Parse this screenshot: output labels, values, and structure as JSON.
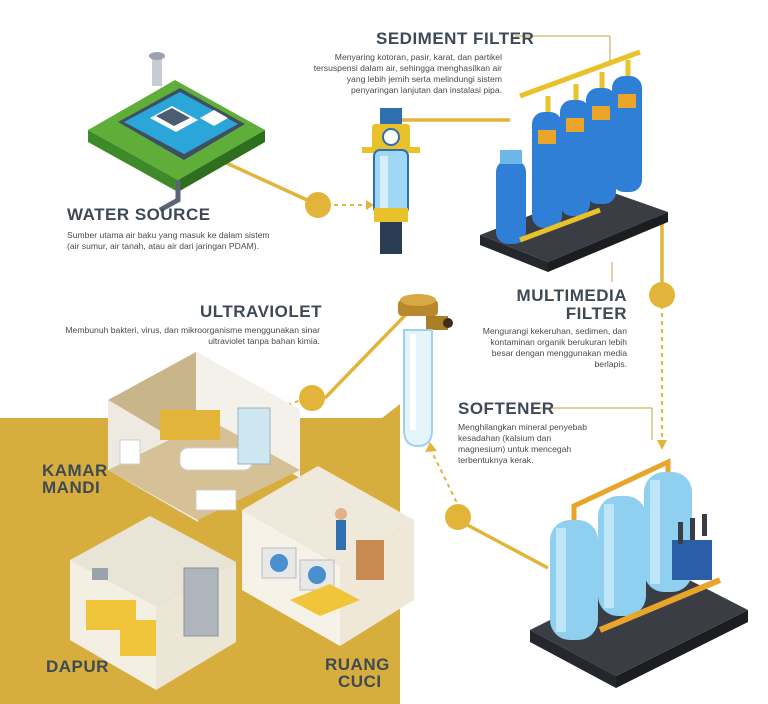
{
  "sections": {
    "sediment": {
      "title": "SEDIMENT FILTER",
      "desc": "Menyaring kotoran, pasir, karat, dan partikel tersuspensi dalam air, sehingga menghasilkan air yang lebih jernih serta melindungi sistem penyaringan lanjutan dan instalasi pipa."
    },
    "water_source": {
      "title": "WATER SOURCE",
      "desc": "Sumber utama air baku yang masuk ke dalam sistem (air sumur, air tanah, atau air dari jaringan PDAM)."
    },
    "multimedia": {
      "title_line1": "MULTIMEDIA",
      "title_line2": "FILTER",
      "desc": "Mengurangi kekeruhan, sedimen, dan kontaminan organik berukuran lebih besar dengan menggunakan media berlapis."
    },
    "ultraviolet": {
      "title": "ULTRAVIOLET",
      "desc": "Membunuh bakteri, virus, dan mikroorganisme menggunakan sinar ultraviolet tanpa bahan kimia."
    },
    "softener": {
      "title": "SOFTENER",
      "desc": "Menghilangkan mineral penyebab kesadahan (kalsium dan magnesium) untuk mencegah terbentuknya kerak."
    }
  },
  "rooms": {
    "bathroom_line1": "KAMAR",
    "bathroom_line2": "MANDI",
    "kitchen": "DAPUR",
    "laundry_line1": "RUANG",
    "laundry_line2": "CUCI"
  },
  "colors": {
    "accent": "#e2b53a",
    "panel": "#d7ae3e",
    "heading": "#3d4a55",
    "tank_blue": "#2f7fd6",
    "tank_light": "#8fd0f0"
  }
}
